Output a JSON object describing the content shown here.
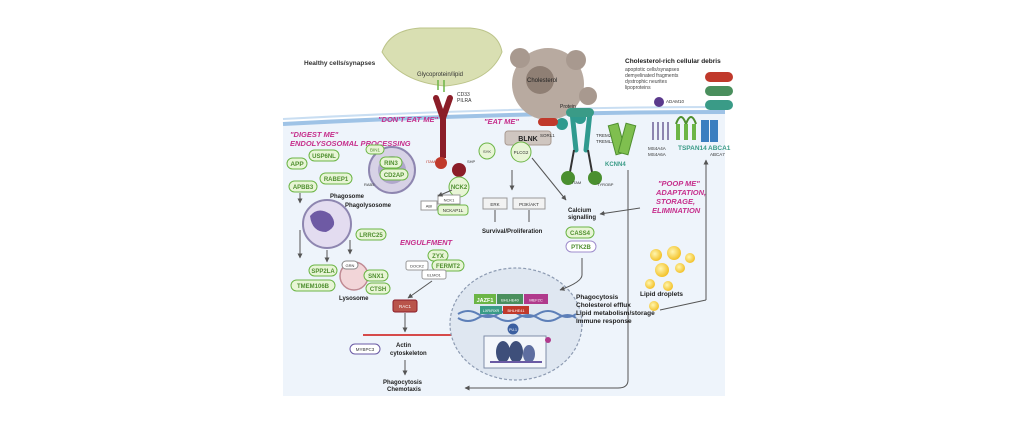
{
  "figure": {
    "texts": {
      "healthy": "Healthy cells/synapses",
      "glyco": "Glycoprotein/lipid",
      "cd33": "CD33",
      "pilra": "PILRA",
      "dont_eat": "\"DON'T EAT ME\"",
      "eat_me": "\"EAT ME\"",
      "chol_title": "Cholesterol-rich cellular debris",
      "chol_l1": "apoptotic cells/synapses",
      "chol_l2": "demyelinated fragments",
      "chol_l3": "dystrophic neurites",
      "chol_l4": "lipoproteins",
      "cholesterol": "Cholesterol",
      "protein": "Protein",
      "digest_me": "\"DIGEST ME\"",
      "endo": "ENDOLYSOSOMAL PROCESSING",
      "app": "APP",
      "usp6nl": "USP6NL",
      "rabep1": "RABEP1",
      "apbb3": "APBB3",
      "bin1": "BIN1",
      "rin3": "RIN3",
      "cd2ap": "CD2AP",
      "rab5": "RAB5",
      "phagosome": "Phagosome",
      "phagolysosome": "Phagolysosome",
      "lrrc25": "LRRC25",
      "spp2la": "SPP2LA",
      "snx1": "SNX1",
      "tmem106b": "TMEM106B",
      "ctsh": "CTSH",
      "grn": "GRN",
      "lysosome": "Lysosome",
      "blnk": "BLNK",
      "sykl": "SYK",
      "itam": "ITAM",
      "shp": "SHP",
      "plcg2": "PLCG2",
      "nck2": "NCK2",
      "abi": "ABI",
      "nck1": "NCK1",
      "nckap1l": "NCKAP1L",
      "erk": "ERK",
      "pi3k": "PI3K/AKT",
      "survival": "Survival/Proliferation",
      "calcium": "Calcium",
      "signalling": "signalling",
      "cass4": "CASS4",
      "ptk2b": "PTK2B",
      "engulfment": "ENGULFMENT",
      "zyx": "ZYX",
      "fermt2": "FERMT2",
      "dock2": "DOCK2",
      "elmo1": "ELMO1",
      "rac1": "RAC1",
      "mybpc3": "MYBPC3",
      "actin": "Actin",
      "cyto": "cytoskeleton",
      "phago_out": "Phagocytosis",
      "chemo": "Chemotaxis",
      "trem2": "TREM2",
      "treml2": "TREML2",
      "tyrobp": "TYROBP",
      "sorl1": "SORL1",
      "kcnn4": "KCNN4",
      "adam10": "ADAM10",
      "ms4a": "MS4A4A",
      "ms4a6": "MS4A6A",
      "tspan14": "TSPAN14",
      "abca1": "ABCA1",
      "abca7": "ABCA7",
      "poop": "\"POOP ME\"",
      "adapt": "ADAPTATION,",
      "storage": "STORAGE,",
      "elim": "ELIMINATION",
      "lipid_droplets": "Lipid droplets",
      "jazf1": "JAZF1",
      "bhlhe40": "BHLHE40",
      "mef2c": "MEF2C",
      "lxr": "LXR/RXR",
      "bhlhe41": "BHLHE41",
      "pu1": "PU.1",
      "nuc1": "Phagocytosis",
      "nuc2": "Cholesterol efflux",
      "nuc3": "Lipid metabolism/storage",
      "nuc4": "Immune response"
    },
    "colors": {
      "pink": "#c62f8c",
      "green": "#6cb546",
      "green_fill": "#e8f5d6",
      "membrane": "#9fc3e6",
      "cytoplasm": "#eef4fb",
      "maroon": "#8b1d28",
      "teal": "#2f9a8f"
    }
  }
}
